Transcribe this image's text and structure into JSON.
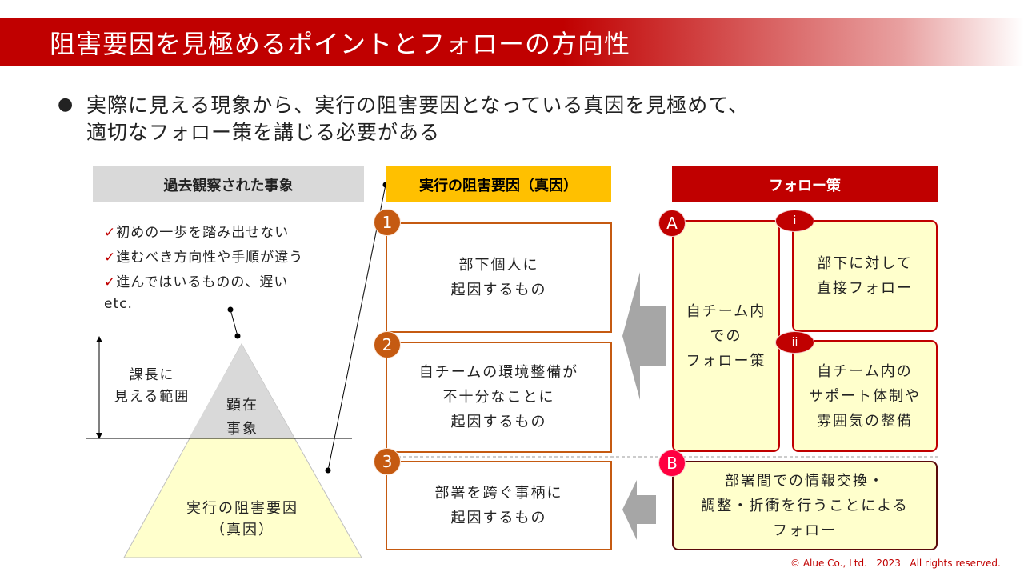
{
  "title": "阻害要因を見極めるポイントとフォローの方向性",
  "lead": {
    "bullet": "●",
    "line1": "実際に見える現象から、実行の阻害要因となっている真因を見極めて、",
    "line2": "適切なフォロー策を講じる必要がある"
  },
  "left": {
    "header": "過去観察された事象",
    "checks": [
      "初めの一歩を踏み出せない",
      "進むべき方向性や手順が違う",
      "進んではいるものの、遅い"
    ],
    "check_mark": "✓",
    "etc": "etc.",
    "range_label": "課長に\n見える範囲",
    "visible": "顕在\n事象",
    "hidden": "実行の阻害要因\n（真因）"
  },
  "middle": {
    "header": "実行の阻害要因（真因）",
    "items": [
      {
        "num": "1",
        "text": "部下個人に\n起因するもの"
      },
      {
        "num": "2",
        "text": "自チームの環境整備が\n不十分なことに\n起因するもの"
      },
      {
        "num": "3",
        "text": "部署を跨ぐ事柄に\n起因するもの"
      }
    ]
  },
  "right": {
    "header": "フォロー策",
    "a": {
      "badge": "A",
      "text": "自チーム内\nでの\nフォロー策"
    },
    "i": {
      "badge": "i",
      "text": "部下に対して\n直接フォロー"
    },
    "ii": {
      "badge": "ii",
      "text": "自チーム内の\nサポート体制や\n雰囲気の整備"
    },
    "b": {
      "badge": "B",
      "text": "部署間での情報交換・\n調整・折衝を行うことによる\nフォロー"
    }
  },
  "footer": "© Alue Co., Ltd.   2023   All rights reserved.",
  "colors": {
    "red": "#c00000",
    "orange": "#c55a11",
    "yellow": "#ffc000",
    "light_yellow": "#ffffcc",
    "gray": "#d9d9d9"
  }
}
